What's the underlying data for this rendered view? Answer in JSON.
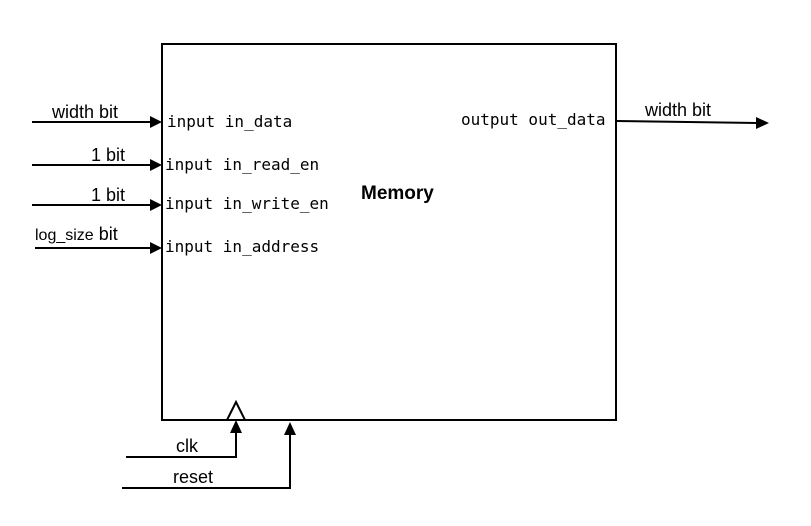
{
  "block": {
    "title": "Memory"
  },
  "inputs": [
    {
      "port": "input in_data",
      "width_label": "width bit"
    },
    {
      "port": "input in_read_en",
      "width_label": "1 bit"
    },
    {
      "port": "input in_write_en",
      "width_label": "1 bit"
    },
    {
      "port": "input in_address",
      "width_label_a": "log_size",
      "width_label_b": " bit"
    }
  ],
  "output": {
    "port": "output out_data",
    "width_label": "width bit"
  },
  "control": {
    "clock_label": "clk",
    "reset_label": "reset"
  },
  "colors": {
    "line": "#000000",
    "background": "#ffffff"
  }
}
